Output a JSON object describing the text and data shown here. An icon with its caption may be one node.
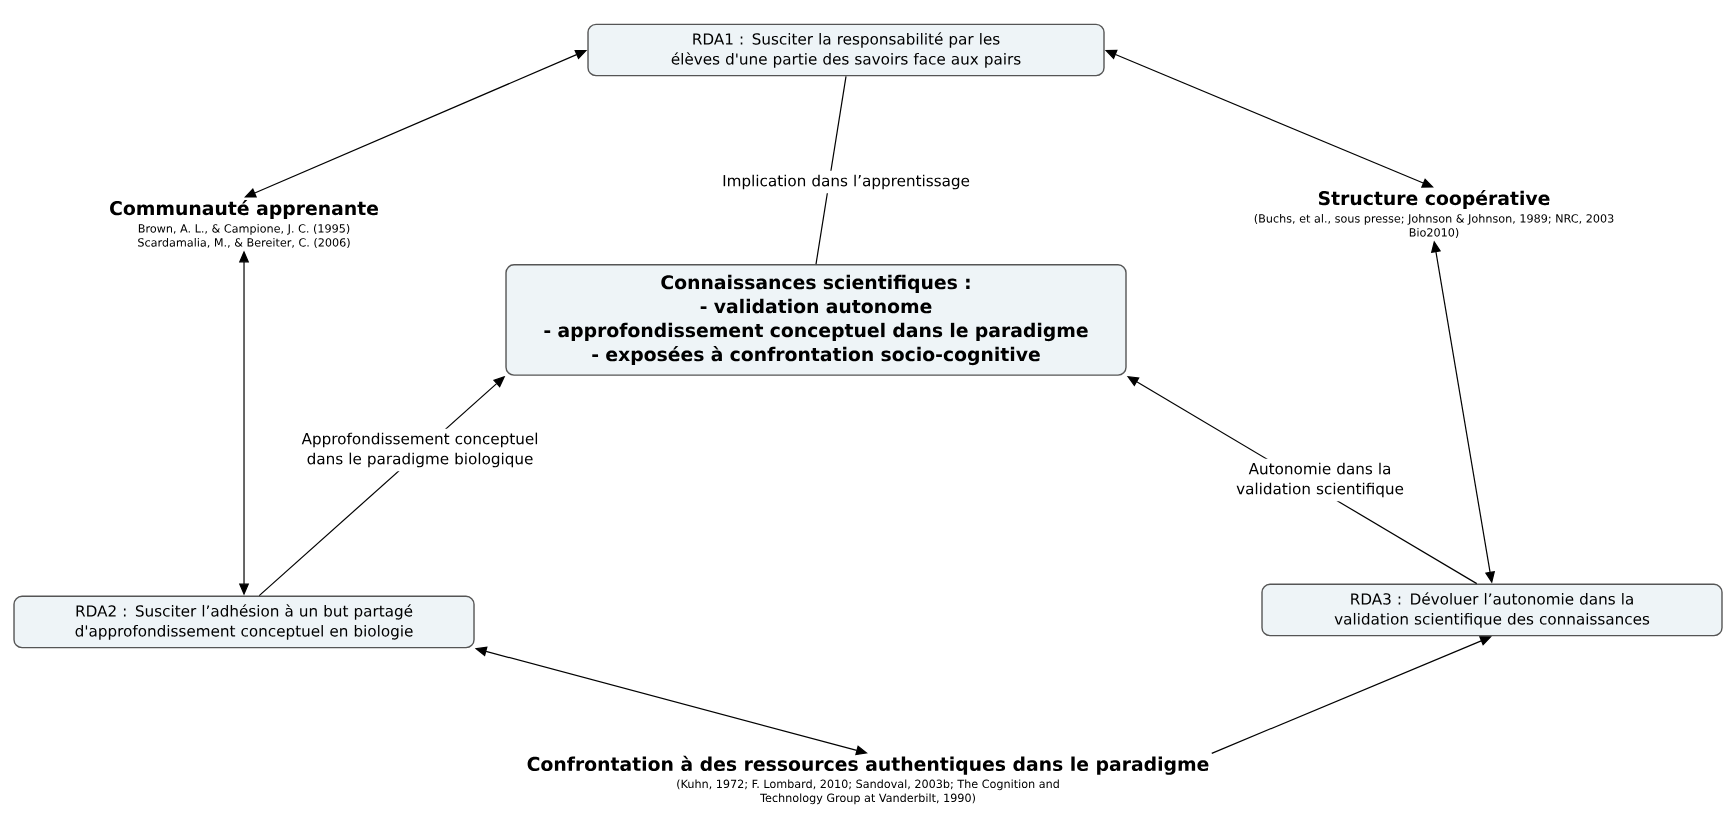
{
  "diagram": {
    "nodes": [
      {
        "text": [
          "RDA1 : Susciter la responsabilité par les élèves d'une partie des savoirs face aux pairs"
        ]
      },
      {
        "text": [
          "Communauté apprenante",
          "Brown, A. L., & Campione, J. C. (1995) Scardamalia, M., & Bereiter, C. (2006)"
        ]
      },
      {
        "text": [
          "Structure coopérative",
          "(Buchs, et al., sous presse; Johnson & Johnson, 1989; NRC, 2003 Bio2010)"
        ]
      },
      {
        "text": [
          "Connaissances scientifiques :",
          "- validation autonome",
          "- approfondissement conceptuel dans le paradigme",
          "- exposées à confrontation socio-cognitive"
        ]
      },
      {
        "text": [
          "RDA2 : Susciter l’adhésion à un but partagé d'approfondissement conceptuel en biologie"
        ]
      },
      {
        "text": [
          "RDA3 : Dévoluer l’autonomie dans la validation scientifique des connaissances"
        ]
      },
      {
        "text": [
          "Confrontation à des ressources authentiques dans le paradigme",
          "(Kuhn, 1972; F. Lombard, 2010; Sandoval, 2003b; The Cognition and Technology Group at Vanderbilt, 1990)"
        ]
      }
    ],
    "edges": [
      {
        "from": 0,
        "to": 1,
        "arrow": "both"
      },
      {
        "from": 0,
        "to": 2,
        "arrow": "both"
      },
      {
        "from": 0,
        "to": 3,
        "arrow": "none",
        "label": "Implication dans l’apprentissage"
      },
      {
        "from": 1,
        "to": 4,
        "arrow": "both"
      },
      {
        "from": 4,
        "to": 3,
        "arrow": "to",
        "label": "Approfondissement conceptuel dans le paradigme biologique"
      },
      {
        "from": 5,
        "to": 3,
        "arrow": "to",
        "label": "Autonomie dans la validation scientifique"
      },
      {
        "from": 2,
        "to": 5,
        "arrow": "both"
      },
      {
        "from": 4,
        "to": 6,
        "arrow": "both"
      },
      {
        "from": 6,
        "to": 5,
        "arrow": "to"
      }
    ]
  }
}
